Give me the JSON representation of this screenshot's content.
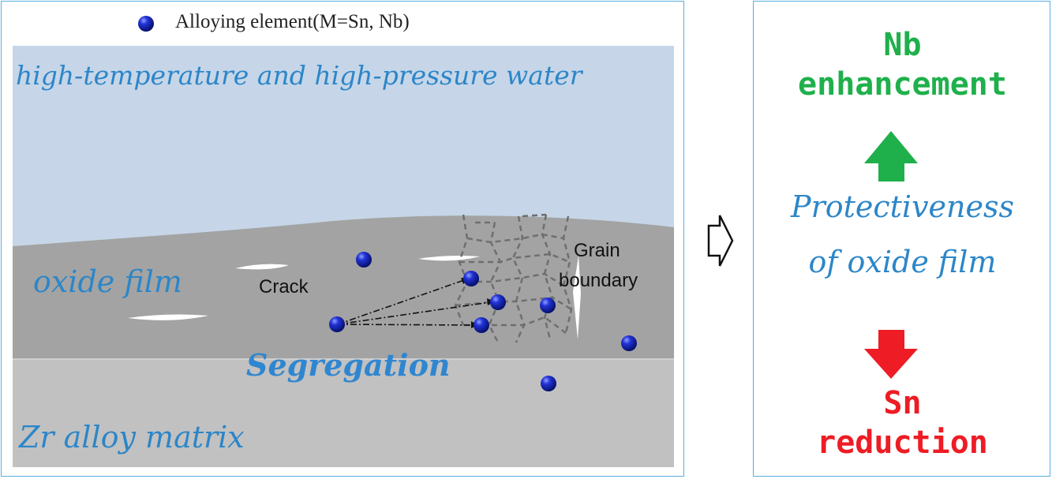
{
  "legend": {
    "text": "Alloying element(M=Sn, Nb)"
  },
  "layers": {
    "water": "high-temperature and high-pressure water",
    "oxide": "oxide film",
    "matrix": "Zr alloy matrix"
  },
  "annotations": {
    "crack": "Crack",
    "grain_line1": "Grain",
    "grain_line2": "boundary",
    "segregation": "Segregation"
  },
  "right": {
    "top_line1": "Nb",
    "top_line2": "enhancement",
    "mid_line1": "Protectiveness",
    "mid_line2": "of oxide film",
    "bottom_line1": "Sn",
    "bottom_line2": "reduction"
  },
  "colors": {
    "water": "#c6d6e8",
    "oxide": "#a3a3a3",
    "matrix": "#c1c1c1",
    "accent_blue": "#2c86c8",
    "green": "#1fb04b",
    "red": "#ee1c24",
    "border": "#5aaee0"
  },
  "icons": {
    "sphere": "blue-sphere-icon",
    "up_arrow": "green-up-arrow-icon",
    "down_arrow": "red-down-arrow-icon",
    "right_arrow": "outline-right-arrow-icon"
  }
}
